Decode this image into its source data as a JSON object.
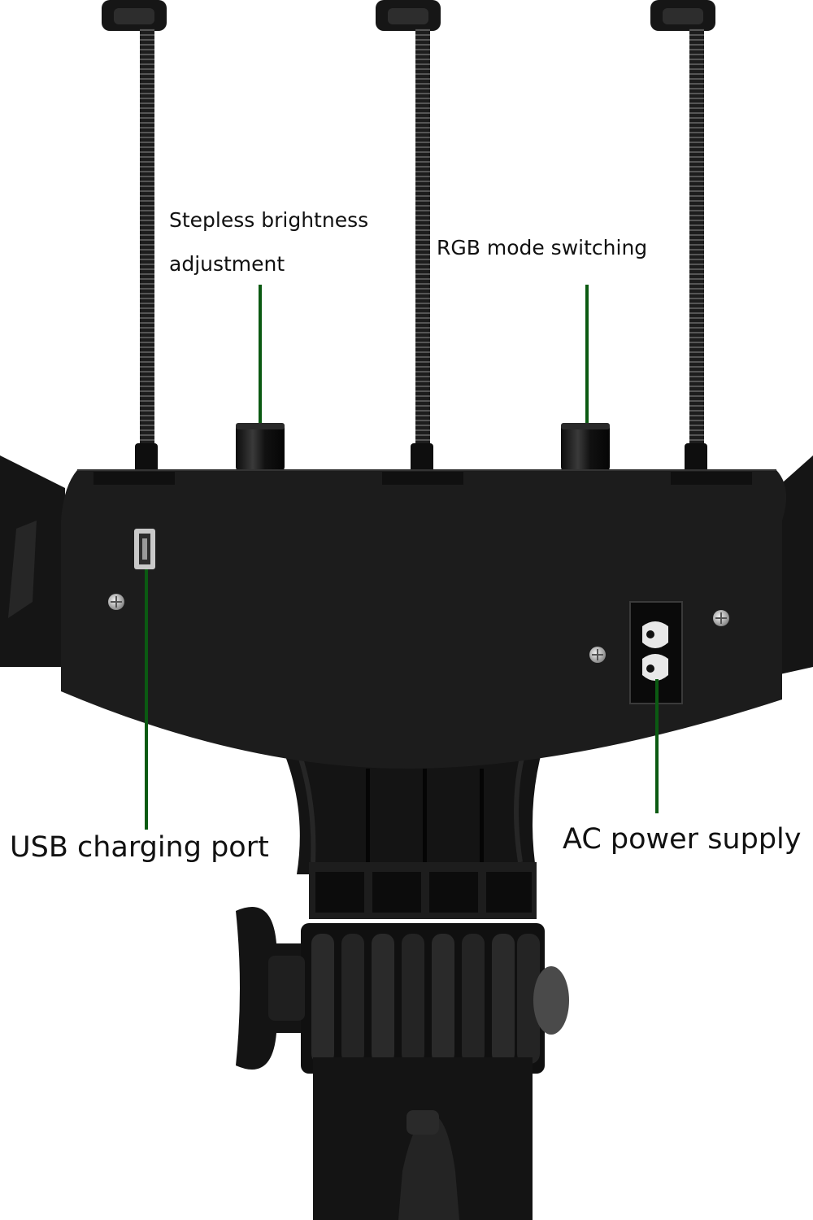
{
  "labels": {
    "brightness": "Stepless brightness adjustment",
    "brightness_line1": "Stepless brightness",
    "brightness_line2": "adjustment",
    "rgb": "RGB mode switching",
    "usb": "USB charging port",
    "ac": "AC power supply"
  },
  "colors": {
    "background": "#ffffff",
    "body": "#1c1c1c",
    "callout_line": "#0b5a12",
    "text": "#111111"
  }
}
